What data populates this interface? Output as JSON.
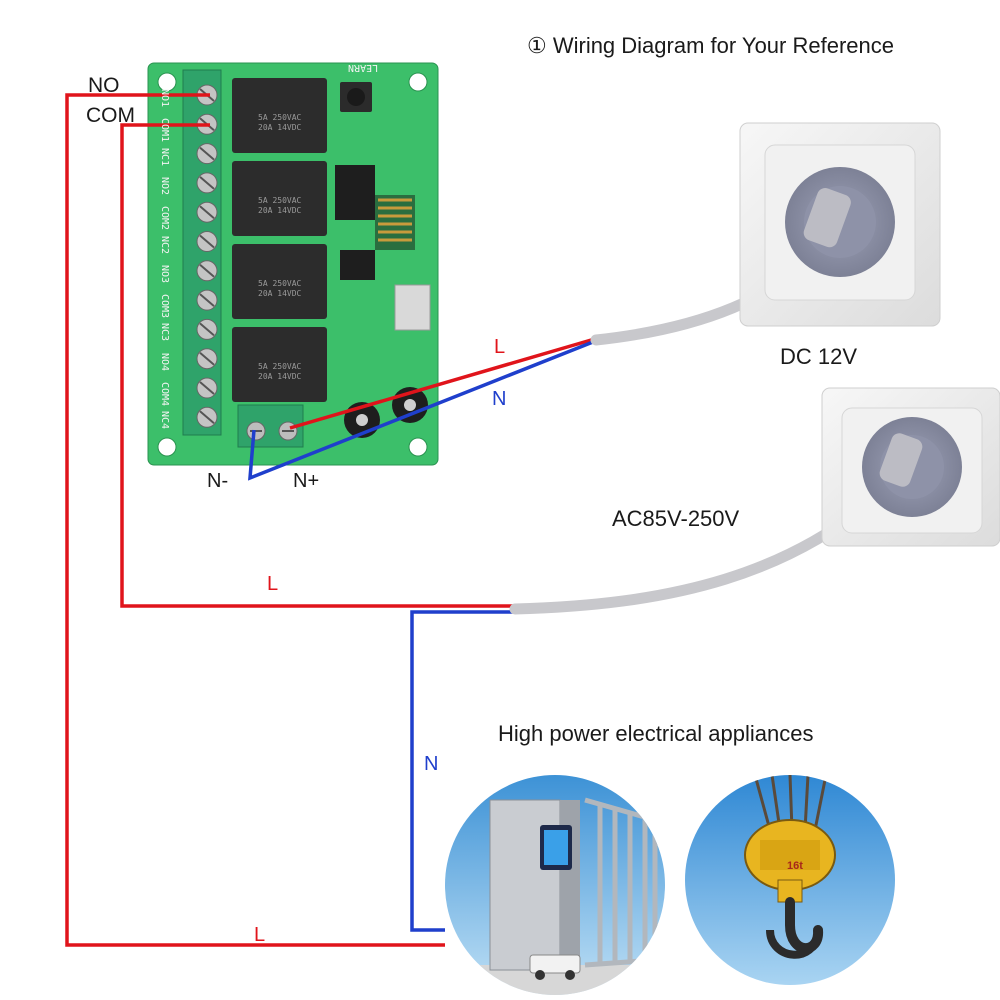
{
  "title": "① Wiring Diagram for Your Reference",
  "relay_board": {
    "terminal_labels": [
      "NO1",
      "COM1",
      "NC1",
      "NO2",
      "COM2",
      "NC2",
      "NO3",
      "COM3",
      "NC3",
      "NO4",
      "COM4",
      "NC4"
    ],
    "learn_label": "LEARN",
    "relay_rating": [
      "5A 250VAC",
      "20A 14VDC"
    ],
    "relay_count": 4
  },
  "wire_labels": {
    "no": "NO",
    "com": "COM",
    "n_minus": "N-",
    "n_plus": "N+",
    "dc_l": "L",
    "dc_n": "N",
    "ac_l": "L",
    "load_n": "N",
    "load_l": "L"
  },
  "sockets": {
    "dc_label": "DC 12V",
    "ac_label": "AC85V-250V"
  },
  "appliances": {
    "heading": "High power electrical appliances",
    "items": [
      {
        "name": "gate-appliance",
        "icon": "gate-icon"
      },
      {
        "name": "crane-hook-appliance",
        "icon": "crane-hook-icon",
        "hook_label": "16t"
      }
    ]
  },
  "colors": {
    "live_wire": "#e0141b",
    "neutral_wire": "#1f3fcc",
    "pcb": "#3cbf6a",
    "terminal": "#2fa36a",
    "cable": "#c8c8cc",
    "socket": "#eeeeee"
  }
}
